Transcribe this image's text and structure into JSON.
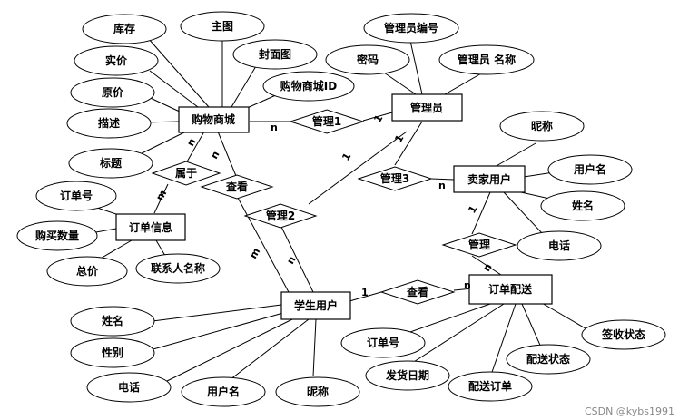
{
  "entities": {
    "mall": "购物商城",
    "admin": "管理员",
    "seller": "卖家用户",
    "order_info": "订单信息",
    "student": "学生用户",
    "delivery": "订单配送"
  },
  "relationships": {
    "manage1": "管理1",
    "manage2": "管理2",
    "manage3": "管理3",
    "manage": "管理",
    "belong": "属于",
    "view1": "查看",
    "view2": "查看"
  },
  "attributes": {
    "stock": "库存",
    "main_image": "主图",
    "cover_image": "封面图",
    "real_price": "实价",
    "mall_id": "购物商城ID",
    "orig_price": "原价",
    "description": "描述",
    "title": "标题",
    "admin_no": "管理员编号",
    "password": "密码",
    "admin_name": "管理员 名称",
    "seller_nick": "昵称",
    "seller_user": "用户名",
    "seller_name": "姓名",
    "seller_phone": "电话",
    "oi_no": "订单号",
    "oi_qty": "购买数量",
    "oi_total": "总价",
    "oi_contact": "联系人名称",
    "st_name": "姓名",
    "st_gender": "性别",
    "st_phone": "电话",
    "st_user": "用户名",
    "st_nick": "昵称",
    "dl_no": "订单号",
    "dl_ship_date": "发货日期",
    "dl_order": "配送订单",
    "dl_status": "配送状态",
    "dl_sign": "签收状态"
  },
  "cardinalities": {
    "mall_m1": "n",
    "admin_m1": "1",
    "admin_m2": "1",
    "admin_m3": "1",
    "seller_m3": "n",
    "seller_mg": "1",
    "delivery_mg": "n",
    "mall_belong": "n",
    "oi_belong": "m",
    "mall_view": "n",
    "student_view1": "m",
    "student_m2": "n",
    "student_view2": "1",
    "delivery_view": "n"
  },
  "watermark": "CSDN @kybs1991"
}
